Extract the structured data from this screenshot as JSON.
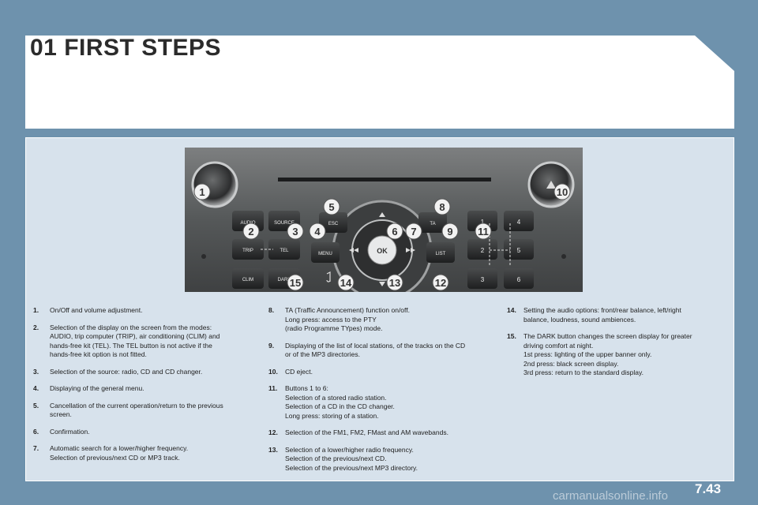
{
  "header": {
    "title": "01 FIRST STEPS"
  },
  "radio": {
    "buttons": {
      "audio": "AUDIO",
      "source": "SOURCE",
      "trip": "TRIP",
      "tel": "TEL",
      "clim": "CLIM",
      "dark": "DARK",
      "esc": "ESC",
      "menu": "MENU",
      "ok": "OK",
      "ta": "TA",
      "list": "LIST",
      "p1": "1",
      "p2": "2",
      "p3": "3",
      "p4": "4",
      "p5": "5",
      "p6": "6"
    },
    "callouts": [
      "1",
      "2",
      "3",
      "4",
      "5",
      "6",
      "7",
      "8",
      "9",
      "10",
      "11",
      "12",
      "13",
      "14",
      "15"
    ]
  },
  "instructions": {
    "col1": [
      {
        "num": "1.",
        "lines": [
          "On/Off and volume adjustment."
        ]
      },
      {
        "num": "2.",
        "lines": [
          "Selection of the display on the screen from the modes:",
          "AUDIO, trip computer (TRIP), air conditioning (CLIM) and",
          "hands-free kit (TEL). The TEL button is not active if the",
          "hands-free kit option is not fitted."
        ]
      },
      {
        "num": "3.",
        "lines": [
          "Selection of the source: radio, CD and CD changer."
        ]
      },
      {
        "num": "4.",
        "lines": [
          "Displaying of the general menu."
        ]
      },
      {
        "num": "5.",
        "lines": [
          "Cancellation of the current operation/return to the previous",
          "screen."
        ]
      },
      {
        "num": "6.",
        "lines": [
          "Confirmation."
        ]
      },
      {
        "num": "7.",
        "lines": [
          "Automatic search for a lower/higher frequency.",
          "Selection of previous/next CD or MP3 track."
        ]
      }
    ],
    "col2": [
      {
        "num": "8.",
        "lines": [
          "TA (Traffic Announcement) function on/off.",
          "Long press: access to the PTY",
          "(radio Programme TYpes) mode."
        ]
      },
      {
        "num": "9.",
        "lines": [
          "Displaying of the list of local stations, of the tracks on the CD",
          "or of the MP3 directories."
        ]
      },
      {
        "num": "10.",
        "lines": [
          "CD eject."
        ]
      },
      {
        "num": "11.",
        "lines": [
          "Buttons 1 to 6:",
          "Selection of a stored radio station.",
          "Selection of a CD in the CD changer.",
          "Long press: storing of a station."
        ]
      },
      {
        "num": "12.",
        "lines": [
          "Selection of the FM1, FM2, FMast and AM wavebands."
        ]
      },
      {
        "num": "13.",
        "lines": [
          "Selection of a lower/higher radio frequency.",
          "Selection of the previous/next CD.",
          "Selection of the previous/next MP3 directory."
        ]
      }
    ],
    "col3": [
      {
        "num": "14.",
        "lines": [
          "Setting the audio options: front/rear balance, left/right",
          "balance, loudness, sound ambiences."
        ]
      },
      {
        "num": "15.",
        "lines": [
          "The DARK button changes the screen display for greater",
          "driving comfort at night.",
          "1st press: lighting of the upper banner only.",
          "2nd press: black screen display.",
          "3rd press: return to the standard display."
        ]
      }
    ]
  },
  "footer": {
    "page": "7.43",
    "watermark": "carmanualsonline.info"
  }
}
